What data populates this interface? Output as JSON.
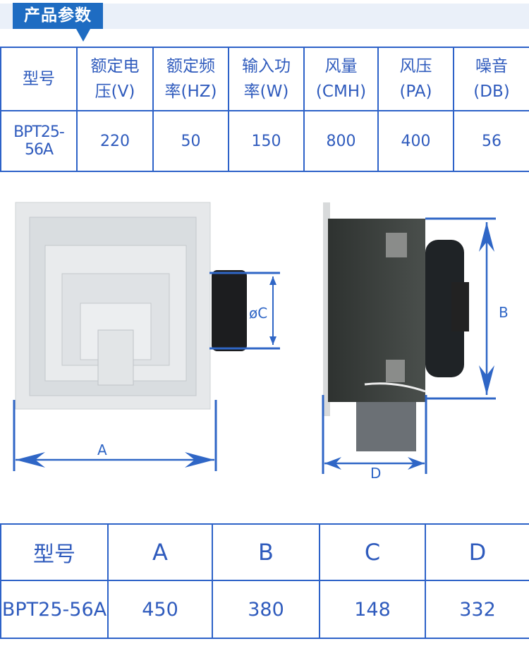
{
  "header": {
    "title": "产品参数"
  },
  "spec_table": {
    "headers": [
      {
        "l1": "型号",
        "l2": ""
      },
      {
        "l1": "额定电",
        "l2": "压(V)"
      },
      {
        "l1": "额定频",
        "l2": "率(HZ)"
      },
      {
        "l1": "输入功",
        "l2": "率(W)"
      },
      {
        "l1": "风量",
        "l2": "(CMH)"
      },
      {
        "l1": "风压",
        "l2": "(PA)"
      },
      {
        "l1": "噪音",
        "l2": "(DB)"
      }
    ],
    "row": [
      "BPT25-56A",
      "220",
      "50",
      "150",
      "800",
      "400",
      "56"
    ]
  },
  "diagram": {
    "label_a": "A",
    "label_b": "B",
    "label_c": "øC",
    "label_d": "D",
    "accent": "#2f66c6"
  },
  "dim_table": {
    "headers": [
      "型号",
      "A",
      "B",
      "C",
      "D"
    ],
    "row": [
      "BPT25-56A",
      "450",
      "380",
      "148",
      "332"
    ]
  }
}
